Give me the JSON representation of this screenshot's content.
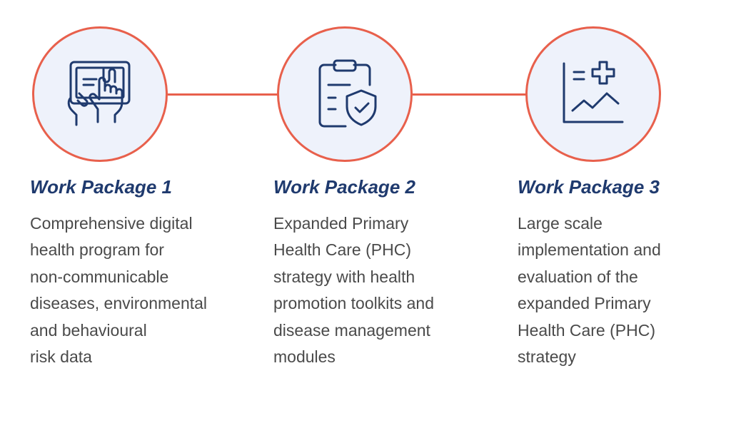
{
  "colors": {
    "accent": "#e8604c",
    "title": "#1f3a6e",
    "text": "#4a4a4a",
    "circle_fill": "#eef2fb"
  },
  "packages": [
    {
      "icon": "tablet-touch-icon",
      "title": "Work Package 1",
      "description_lines": [
        "Comprehensive digital",
        "health program for",
        "non-communicable",
        "diseases, environmental",
        "and behavioural",
        "risk data"
      ]
    },
    {
      "icon": "clipboard-shield-icon",
      "title": "Work Package 2",
      "description_lines": [
        "Expanded Primary",
        "Health Care (PHC)",
        "strategy with health",
        "promotion toolkits and",
        "disease management",
        "modules"
      ]
    },
    {
      "icon": "chart-medical-cross-icon",
      "title": "Work Package 3",
      "description_lines": [
        "Large scale",
        "implementation and",
        "evaluation of the",
        "expanded Primary",
        "Health Care (PHC)",
        "strategy"
      ]
    }
  ]
}
